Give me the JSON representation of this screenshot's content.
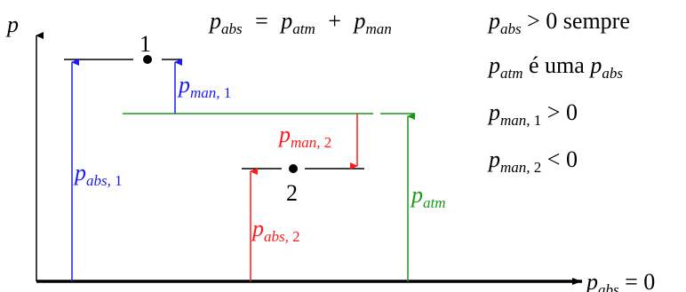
{
  "colors": {
    "black": "#000000",
    "blue": "#1a1aff",
    "red": "#ff1a1a",
    "green": "#1a9a1a"
  },
  "axis": {
    "y_label": "p",
    "x_label_main": "p",
    "x_label_sub": "abs",
    "x_label_rel": " = 0"
  },
  "equation": {
    "lhs_p": "p",
    "lhs_sub": "abs",
    "eq": "=",
    "atm_p": "p",
    "atm_sub": "atm",
    "plus": "+",
    "man_p": "p",
    "man_sub": "man"
  },
  "notes": {
    "n1_p": "p",
    "n1_sub": "abs",
    "n1_rest": " > 0 sempre",
    "n2_p": "p",
    "n2_sub": "atm",
    "n2_mid": " é uma ",
    "n2_p2": "p",
    "n2_sub2": "abs",
    "n3_p": "p",
    "n3_sub": "man,",
    "n3_num": " 1",
    "n3_rest": " > 0",
    "n4_p": "p",
    "n4_sub": "man,",
    "n4_num": " 2",
    "n4_rest": " < 0"
  },
  "points": {
    "p1": "1",
    "p2": "2"
  },
  "labels": {
    "pman1_p": "p",
    "pman1_sub": "man,",
    "pman1_num": " 1",
    "pabs1_p": "p",
    "pabs1_sub": "abs,",
    "pabs1_num": " 1",
    "pman2_p": "p",
    "pman2_sub": "man,",
    "pman2_num": " 2",
    "pabs2_p": "p",
    "pabs2_sub": "abs,",
    "pabs2_num": " 2",
    "patm_p": "p",
    "patm_sub": "atm"
  }
}
